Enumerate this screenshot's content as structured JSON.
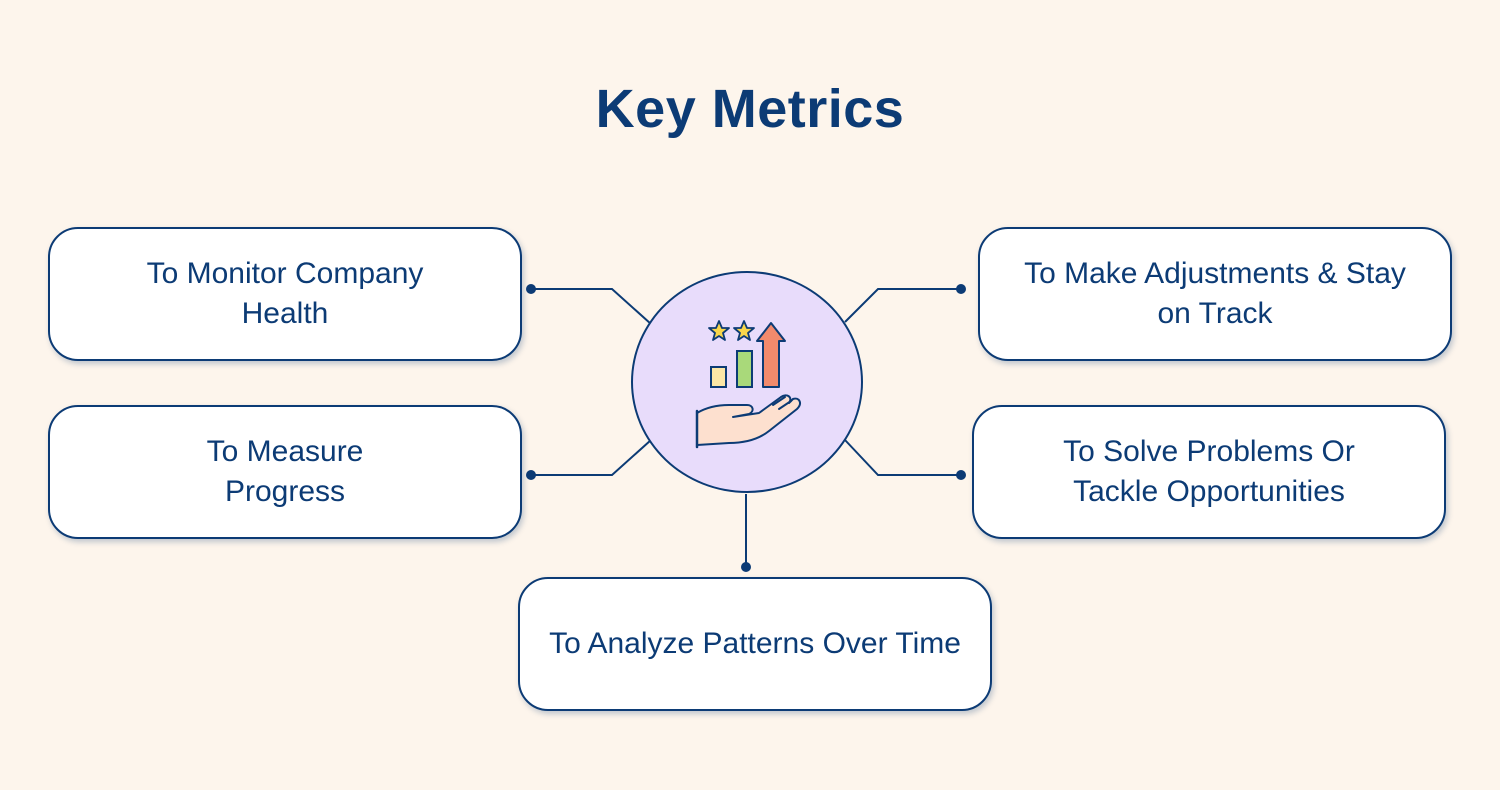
{
  "title": "Key Metrics",
  "hub": {
    "icon": "growth-hand-icon"
  },
  "items": {
    "monitor": "To Monitor Company Health",
    "measure": "To Measure Progress",
    "adjust": "To Make Adjustments & Stay on Track",
    "solve": "To Solve Problems Or Tackle Opportunities",
    "analyze": "To Analyze Patterns Over Time"
  },
  "colors": {
    "background": "#fdf5ec",
    "accent": "#0c3b75",
    "hub_fill": "#e8dcfb"
  }
}
